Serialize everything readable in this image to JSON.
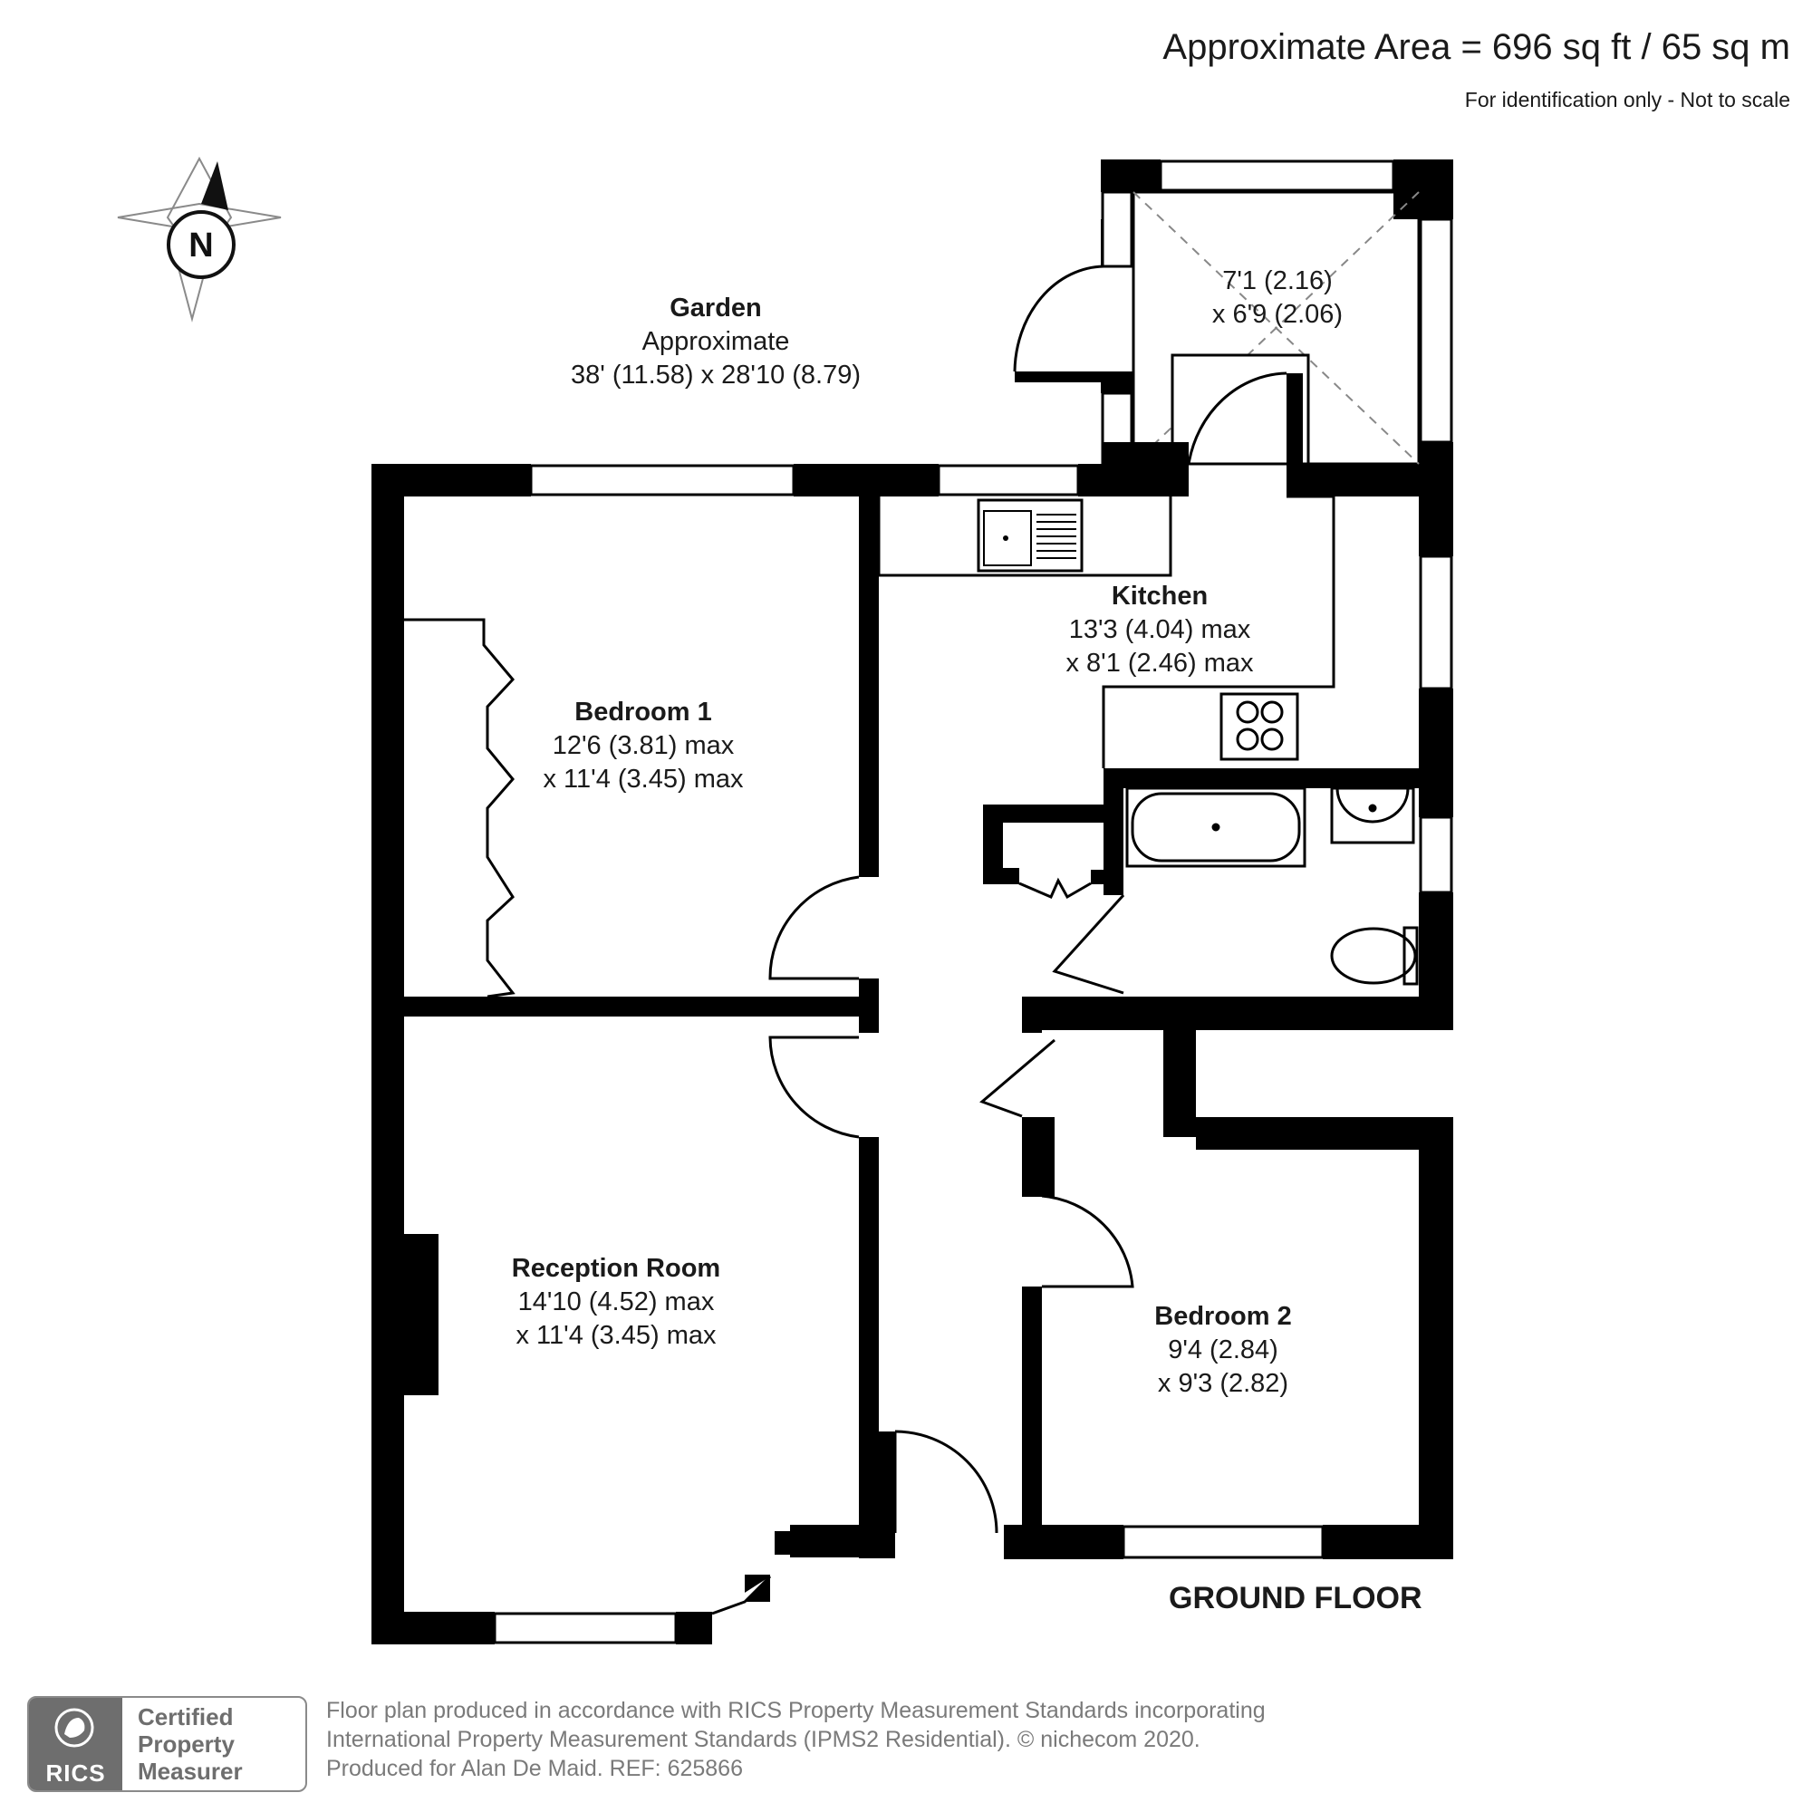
{
  "header": {
    "area": "Approximate Area = 696 sq ft / 65 sq m",
    "note": "For identification only - Not to scale"
  },
  "compass": {
    "letter": "N"
  },
  "rooms": {
    "garden": {
      "name": "Garden",
      "line1": "Approximate",
      "line2": "38' (11.58) x 28'10 (8.79)"
    },
    "conservatory": {
      "line1": "7'1 (2.16)",
      "line2": "x 6'9 (2.06)"
    },
    "kitchen": {
      "name": "Kitchen",
      "line1": "13'3 (4.04) max",
      "line2": "x 8'1 (2.46) max"
    },
    "bedroom1": {
      "name": "Bedroom 1",
      "line1": "12'6 (3.81) max",
      "line2": "x 11'4 (3.45) max"
    },
    "reception": {
      "name": "Reception Room",
      "line1": "14'10 (4.52) max",
      "line2": "x 11'4 (3.45) max"
    },
    "bedroom2": {
      "name": "Bedroom 2",
      "line1": "9'4 (2.84)",
      "line2": "x 9'3 (2.82)"
    }
  },
  "floor_label": "GROUND FLOOR",
  "footer": {
    "badge_logo": "RICS",
    "badge_line1": "Certified",
    "badge_line2": "Property",
    "badge_line3": "Measurer",
    "line1": "Floor plan produced in accordance with RICS Property Measurement Standards incorporating",
    "line2": "International Property Measurement Standards (IPMS2 Residential).   © nichecom 2020.",
    "line3": "Produced for Alan De Maid.   REF: 625866"
  }
}
